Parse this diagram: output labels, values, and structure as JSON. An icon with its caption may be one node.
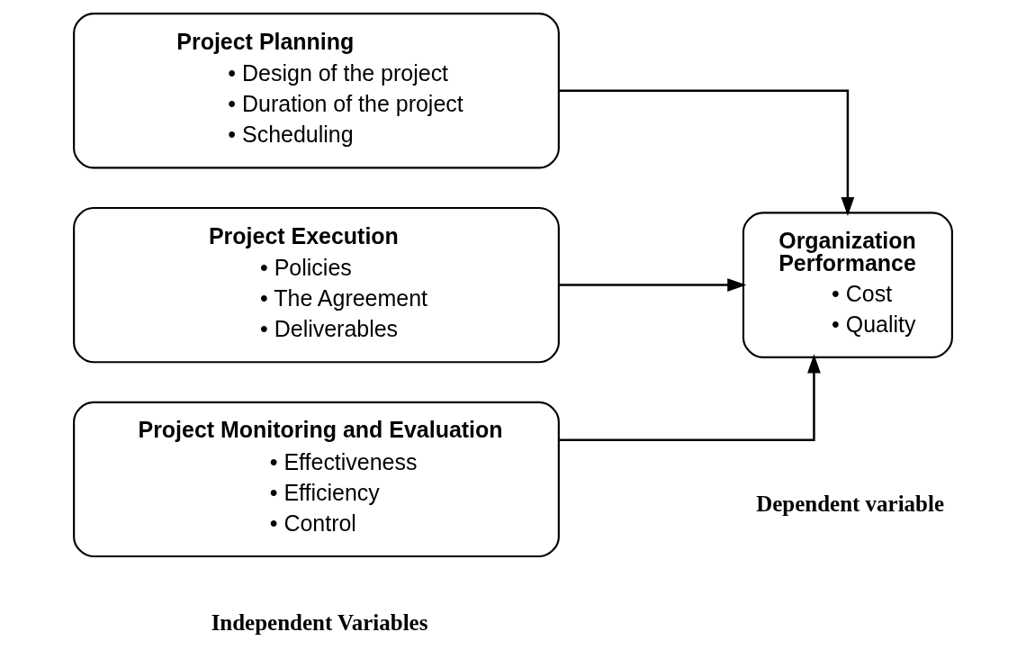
{
  "diagram": {
    "nodes": [
      {
        "text": [
          "Project Planning",
          "• Design of the project",
          "• Duration of the project",
          "• Scheduling"
        ]
      },
      {
        "text": [
          "Project Execution",
          "• Policies",
          "• The Agreement",
          "• Deliverables"
        ]
      },
      {
        "text": [
          "Project Monitoring and Evaluation",
          "• Effectiveness",
          "• Efficiency",
          "• Control"
        ]
      },
      {
        "text": [
          "Organization Performance",
          "• Cost",
          "• Quality"
        ]
      }
    ],
    "edges": [
      {
        "from": 0,
        "to": 3,
        "arrow": "to"
      },
      {
        "from": 1,
        "to": 3,
        "arrow": "to"
      },
      {
        "from": 2,
        "to": 3,
        "arrow": "to"
      }
    ],
    "labels": [
      "Independent Variables",
      "Dependent variable"
    ]
  }
}
